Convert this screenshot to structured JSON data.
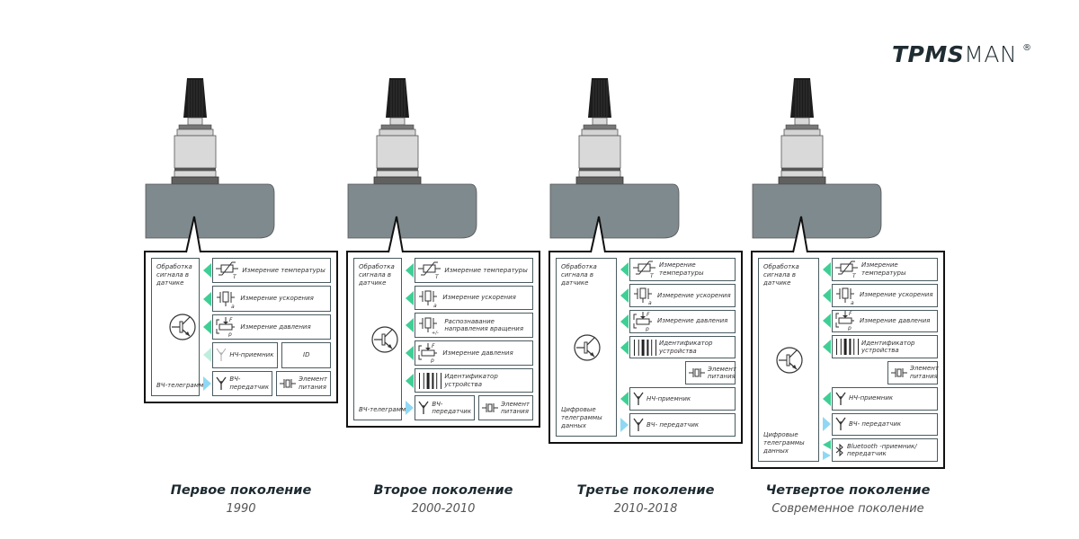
{
  "logo": {
    "bold": "TPMS",
    "thin": "MAN",
    "mark": "®"
  },
  "colors": {
    "green": "#3fcf95",
    "faded": "#bfeedd",
    "blue": "#8fd8f5",
    "body": "#7f8a8e",
    "border": "#4a5b60"
  },
  "panels": [
    {
      "caption": "Первое поколение",
      "subtitle": "1990",
      "left_top": "Обработка сигнала в датчике",
      "left_bottom": "ВЧ-телеграмма",
      "rows": [
        {
          "arrow": "green",
          "cells": [
            {
              "icon": "thermistor-icon",
              "label": "Измерение температуры"
            }
          ]
        },
        {
          "arrow": "green",
          "cells": [
            {
              "icon": "accelerometer-icon",
              "label": "Измерение ускорения"
            }
          ]
        },
        {
          "arrow": "green",
          "cells": [
            {
              "icon": "pressure-icon",
              "label": "Измерение давления"
            }
          ]
        },
        {
          "arrow": "faded",
          "cells": [
            {
              "icon": "antenna-faded-icon",
              "label": "НЧ-приемник"
            },
            {
              "icon": "",
              "label": "ID"
            }
          ]
        },
        {
          "arrow": "blue",
          "cells": [
            {
              "icon": "antenna-icon",
              "label": "ВЧ-передатчик"
            },
            {
              "icon": "battery-icon",
              "label": "Элемент питания"
            }
          ]
        }
      ]
    },
    {
      "caption": "Второе поколение",
      "subtitle": "2000-2010",
      "left_top": "Обработка сигнала в датчике",
      "left_bottom": "ВЧ-телеграмма",
      "rows": [
        {
          "arrow": "green",
          "cells": [
            {
              "icon": "thermistor-icon",
              "label": "Измерение температуры"
            }
          ]
        },
        {
          "arrow": "green",
          "cells": [
            {
              "icon": "accelerometer-icon",
              "label": "Измерение ускорения"
            }
          ]
        },
        {
          "arrow": "green",
          "cells": [
            {
              "icon": "rotation-icon",
              "label": "Распознавание направления вращения"
            }
          ]
        },
        {
          "arrow": "green",
          "cells": [
            {
              "icon": "pressure-icon",
              "label": "Измерение давления"
            }
          ]
        },
        {
          "arrow": "green",
          "cells": [
            {
              "icon": "barcode-icon",
              "label": "Идентификатор устройства"
            }
          ]
        },
        {
          "arrow": "blue",
          "cells": [
            {
              "icon": "antenna-icon",
              "label": "ВЧ-передатчик"
            },
            {
              "icon": "battery-icon",
              "label": "Элемент питания"
            }
          ]
        }
      ]
    },
    {
      "caption": "Третье поколение",
      "subtitle": "2010-2018",
      "left_top": "Обработка сигнала в датчике",
      "left_bottom": "Цифровые телеграммы данных",
      "rows": [
        {
          "arrow": "green",
          "cells": [
            {
              "icon": "thermistor-icon",
              "label": "Измерение температуры"
            }
          ]
        },
        {
          "arrow": "green",
          "cells": [
            {
              "icon": "accelerometer-icon",
              "label": "Измерение ускорения"
            }
          ]
        },
        {
          "arrow": "green",
          "cells": [
            {
              "icon": "pressure-icon",
              "label": "Измерение давления"
            }
          ]
        },
        {
          "arrow": "green",
          "cells": [
            {
              "icon": "barcode-icon",
              "label": "Идентификатор устройства"
            }
          ]
        },
        {
          "arrow": "none",
          "cells": [
            {
              "icon": "battery-icon",
              "label": "Элемент питания"
            }
          ]
        },
        {
          "arrow": "green",
          "cells": [
            {
              "icon": "antenna-icon",
              "label": "НЧ-приемник"
            }
          ]
        },
        {
          "arrow": "blue",
          "cells": [
            {
              "icon": "antenna-icon",
              "label": "ВЧ- передатчик"
            }
          ]
        }
      ]
    },
    {
      "caption": "Четвертое поколение",
      "subtitle": "Современное поколение",
      "left_top": "Обработка сигнала в датчике",
      "left_bottom": "Цифровые телеграммы данных",
      "rows": [
        {
          "arrow": "green",
          "cells": [
            {
              "icon": "thermistor-icon",
              "label": "Измерение температуры"
            }
          ]
        },
        {
          "arrow": "green",
          "cells": [
            {
              "icon": "accelerometer-icon",
              "label": "Измерение ускорения"
            }
          ]
        },
        {
          "arrow": "green",
          "cells": [
            {
              "icon": "pressure-icon",
              "label": "Измерение давления"
            }
          ]
        },
        {
          "arrow": "green",
          "cells": [
            {
              "icon": "barcode-icon",
              "label": "Идентификатор устройства"
            }
          ]
        },
        {
          "arrow": "none",
          "cells": [
            {
              "icon": "battery-icon",
              "label": "Элемент питания"
            }
          ]
        },
        {
          "arrow": "green",
          "cells": [
            {
              "icon": "antenna-icon",
              "label": "НЧ-приемник"
            }
          ]
        },
        {
          "arrow": "blue",
          "cells": [
            {
              "icon": "antenna-icon",
              "label": "ВЧ- передатчик"
            }
          ]
        },
        {
          "arrow": "both",
          "cells": [
            {
              "icon": "bluetooth-icon",
              "label": "Bluetooth -приемник/передатчик"
            }
          ]
        }
      ]
    }
  ]
}
